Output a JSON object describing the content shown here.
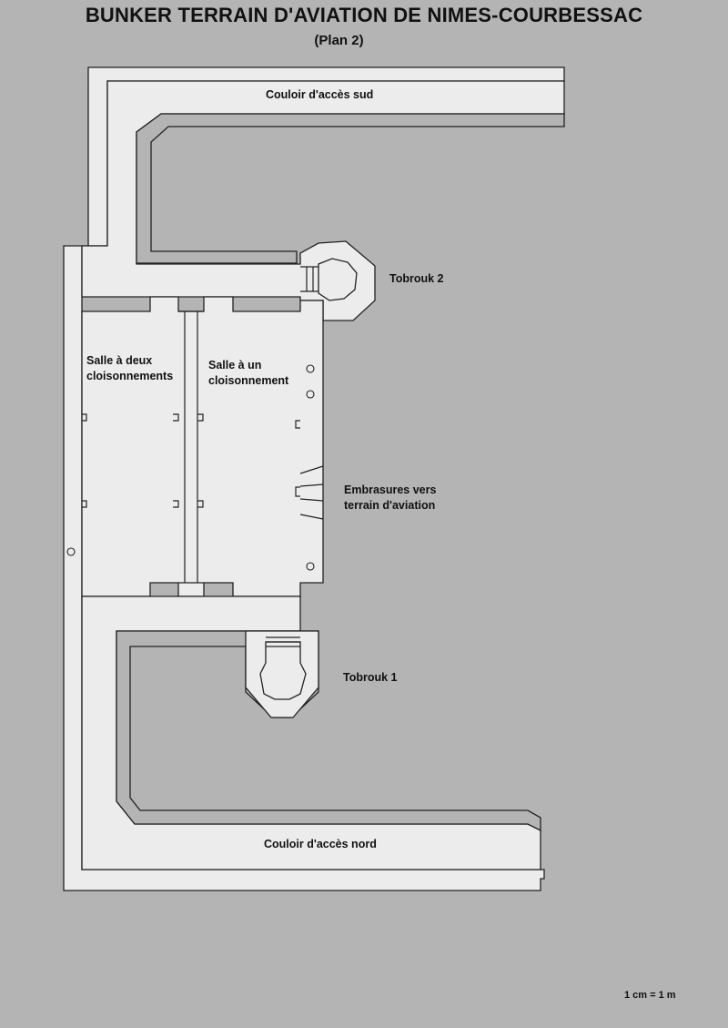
{
  "title": "BUNKER TERRAIN D'AVIATION DE NIMES-COURBESSAC",
  "subtitle": "(Plan 2)",
  "labels": {
    "south_corridor": "Couloir d'accès sud",
    "north_corridor": "Couloir d'accès nord",
    "tobruk_2": "Tobrouk 2",
    "tobruk_1": "Tobrouk 1",
    "room_two_partitions_line1": "Salle à deux",
    "room_two_partitions_line2": "cloisonnements",
    "room_one_partition_line1": "Salle à un",
    "room_one_partition_line2": "cloisonnement",
    "embrasures_line1": "Embrasures vers",
    "embrasures_line2": "terrain d'aviation"
  },
  "scale": "1 cm = 1 m",
  "colors": {
    "background": "#b4b4b4",
    "floor": "#ececec",
    "wall_line": "#222222"
  }
}
